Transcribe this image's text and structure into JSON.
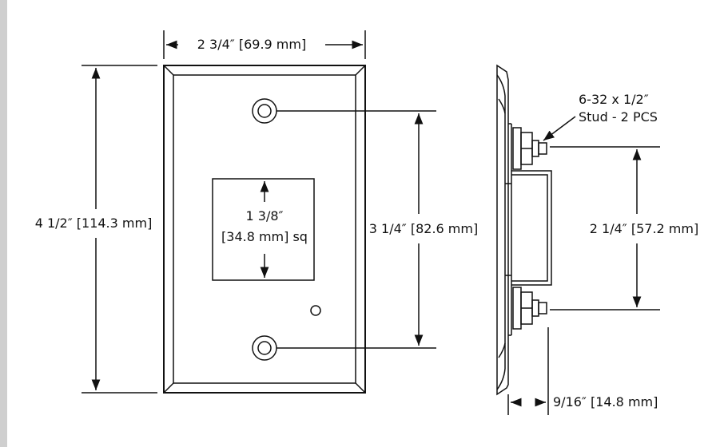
{
  "dimensions": {
    "width_label": "2 3/4″ [69.9 mm]",
    "height_label": "4 1/2″ [114.3 mm]",
    "window_line1": "1 3/8″",
    "window_line2": "[34.8 mm] sq",
    "stud_spacing_front": "3 1/4″ [82.6 mm]",
    "stud_spacing_side": "2 1/4″ [57.2 mm]",
    "depth_label": "9/16″ [14.8 mm]",
    "stud_line1": "6-32 x 1/2″",
    "stud_line2": "Stud - 2 PCS"
  },
  "colors": {
    "line": "#111111",
    "strip": "#cfcfcf",
    "background": "#ffffff"
  }
}
